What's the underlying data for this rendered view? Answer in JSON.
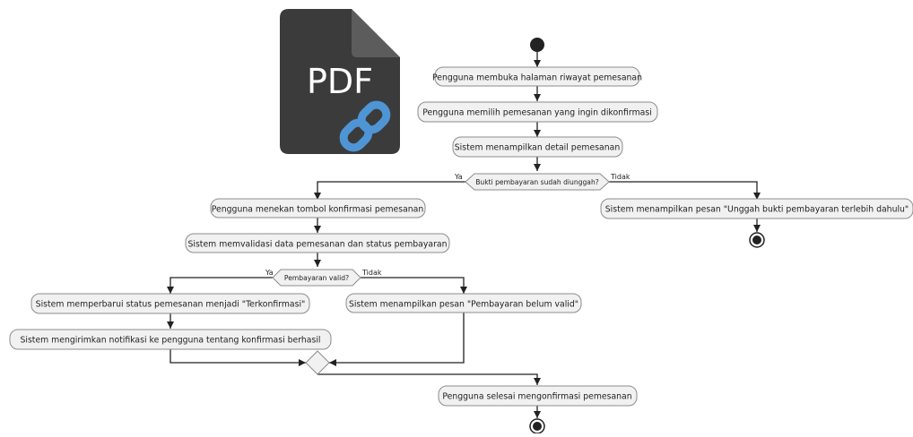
{
  "logo": {
    "text": "PDF",
    "icon": "pdf-link-icon",
    "colors": {
      "doc": "#3b3b3b",
      "fold": "#5c5c5c",
      "text": "#ffffff",
      "link": "#4f95d6"
    }
  },
  "diagram": {
    "colors": {
      "node_fill": "#f1f1f1",
      "node_stroke": "#8c8c8c",
      "edge": "#222222",
      "text": "#222222"
    },
    "actions": {
      "open_history": "Pengguna membuka halaman riwayat pemesanan",
      "select_order": "Pengguna memilih pemesanan yang ingin dikonfirmasi",
      "show_detail": "Sistem menampilkan detail pemesanan",
      "press_confirm": "Pengguna menekan tombol konfirmasi pemesanan",
      "validate": "Sistem memvalidasi data pemesanan dan status pembayaran",
      "update_status": "Sistem memperbarui status pemesanan menjadi \"Terkonfirmasi\"",
      "send_notification": "Sistem mengirimkan notifikasi ke pengguna tentang konfirmasi berhasil",
      "invalid_message": "Sistem menampilkan pesan \"Pembayaran belum valid\"",
      "upload_message": "Sistem menampilkan pesan \"Unggah bukti pembayaran terlebih dahulu\"",
      "finish": "Pengguna selesai mengonfirmasi pemesanan"
    },
    "decisions": {
      "proof_uploaded": {
        "question": "Bukti pembayaran sudah diunggah?",
        "yes": "Ya",
        "no": "Tidak"
      },
      "payment_valid": {
        "question": "Pembayaran valid?",
        "yes": "Ya",
        "no": "Tidak"
      }
    }
  }
}
